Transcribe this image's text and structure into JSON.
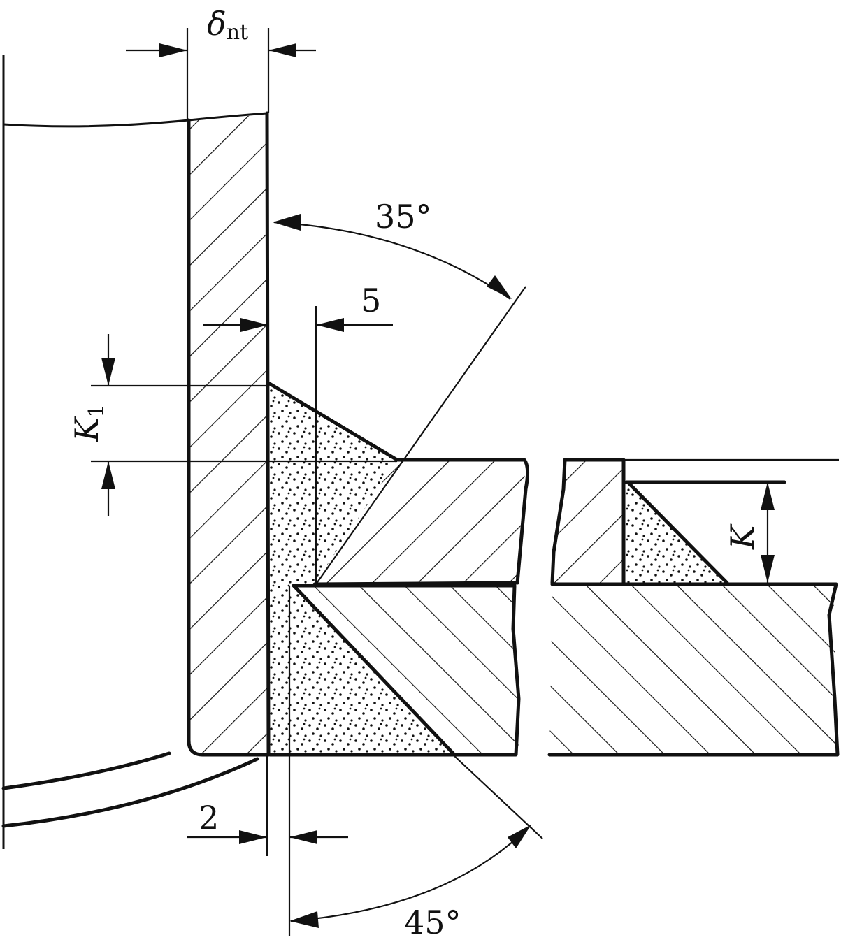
{
  "labels": {
    "delta": "δ",
    "delta_sub": "nt",
    "angle_top": "35°",
    "dim_5": "5",
    "k1_main": "K",
    "k1_sub": "1",
    "k": "K",
    "dim_2": "2",
    "angle_bottom": "45°"
  },
  "colors": {
    "line": "#111111",
    "background": "#ffffff"
  }
}
